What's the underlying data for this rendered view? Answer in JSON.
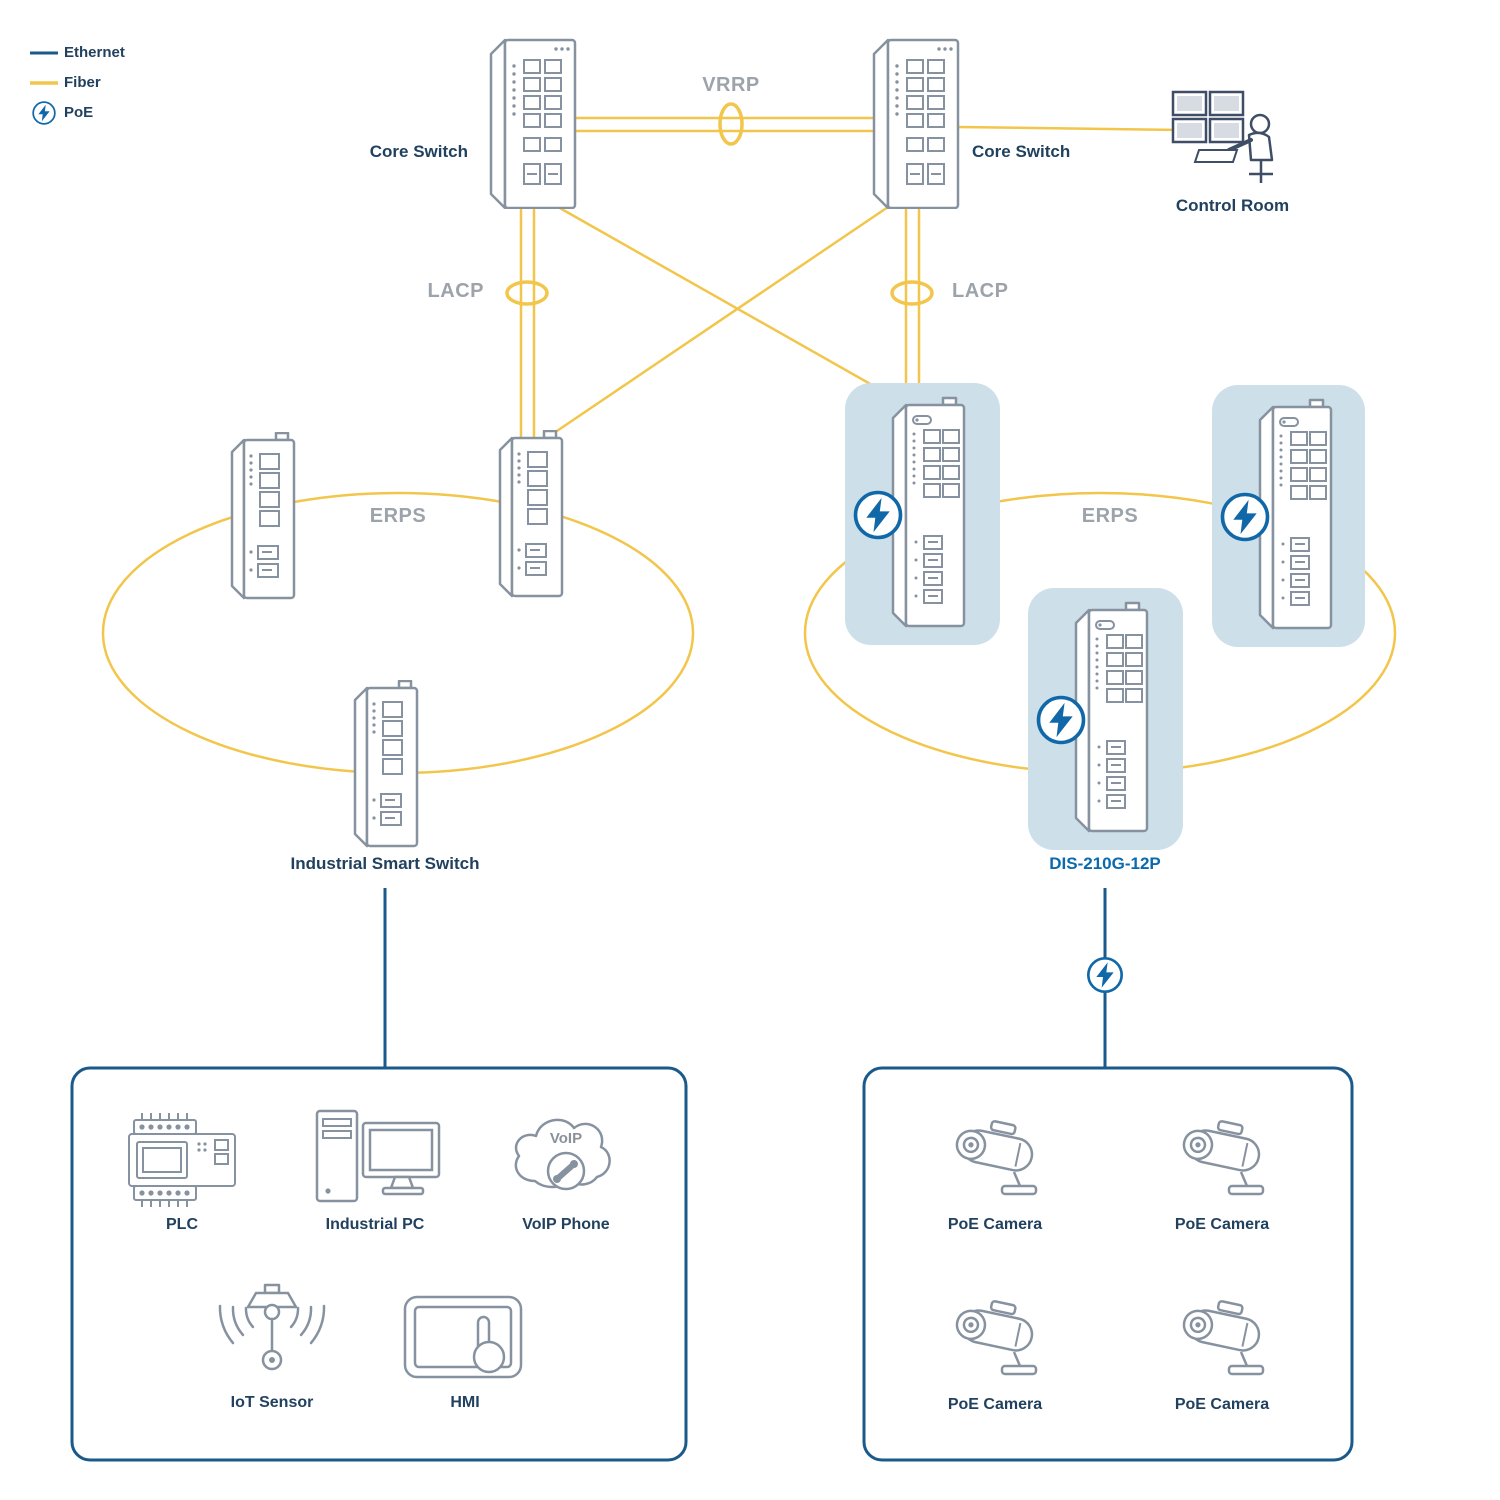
{
  "colors": {
    "fiber": "#F2C54B",
    "ethernet": "#1A5A8A",
    "highlight": "#CDDFE9",
    "poe": "#1068A8",
    "label": "#21415F",
    "muted": "#9CA3AA",
    "model": "#0A6AAE",
    "device": "#8792A0"
  },
  "legend": {
    "ethernet": "Ethernet",
    "fiber": "Fiber",
    "poe": "PoE"
  },
  "protocols": {
    "vrrp": "VRRP",
    "lacp_left": "LACP",
    "lacp_right": "LACP",
    "erps_left": "ERPS",
    "erps_right": "ERPS"
  },
  "nodes": {
    "core_left": "Core Switch",
    "core_right": "Core Switch",
    "control_room": "Control Room",
    "industrial_switch": "Industrial Smart Switch",
    "poe_switch_model": "DIS-210G-12P"
  },
  "left_devices": {
    "plc": "PLC",
    "pc": "Industrial PC",
    "voip": "VoIP Phone",
    "voip_cloud": "VoIP",
    "sensor": "IoT Sensor",
    "hmi": "HMI"
  },
  "right_devices": {
    "cam1": "PoE Camera",
    "cam2": "PoE Camera",
    "cam3": "PoE Camera",
    "cam4": "PoE Camera"
  }
}
